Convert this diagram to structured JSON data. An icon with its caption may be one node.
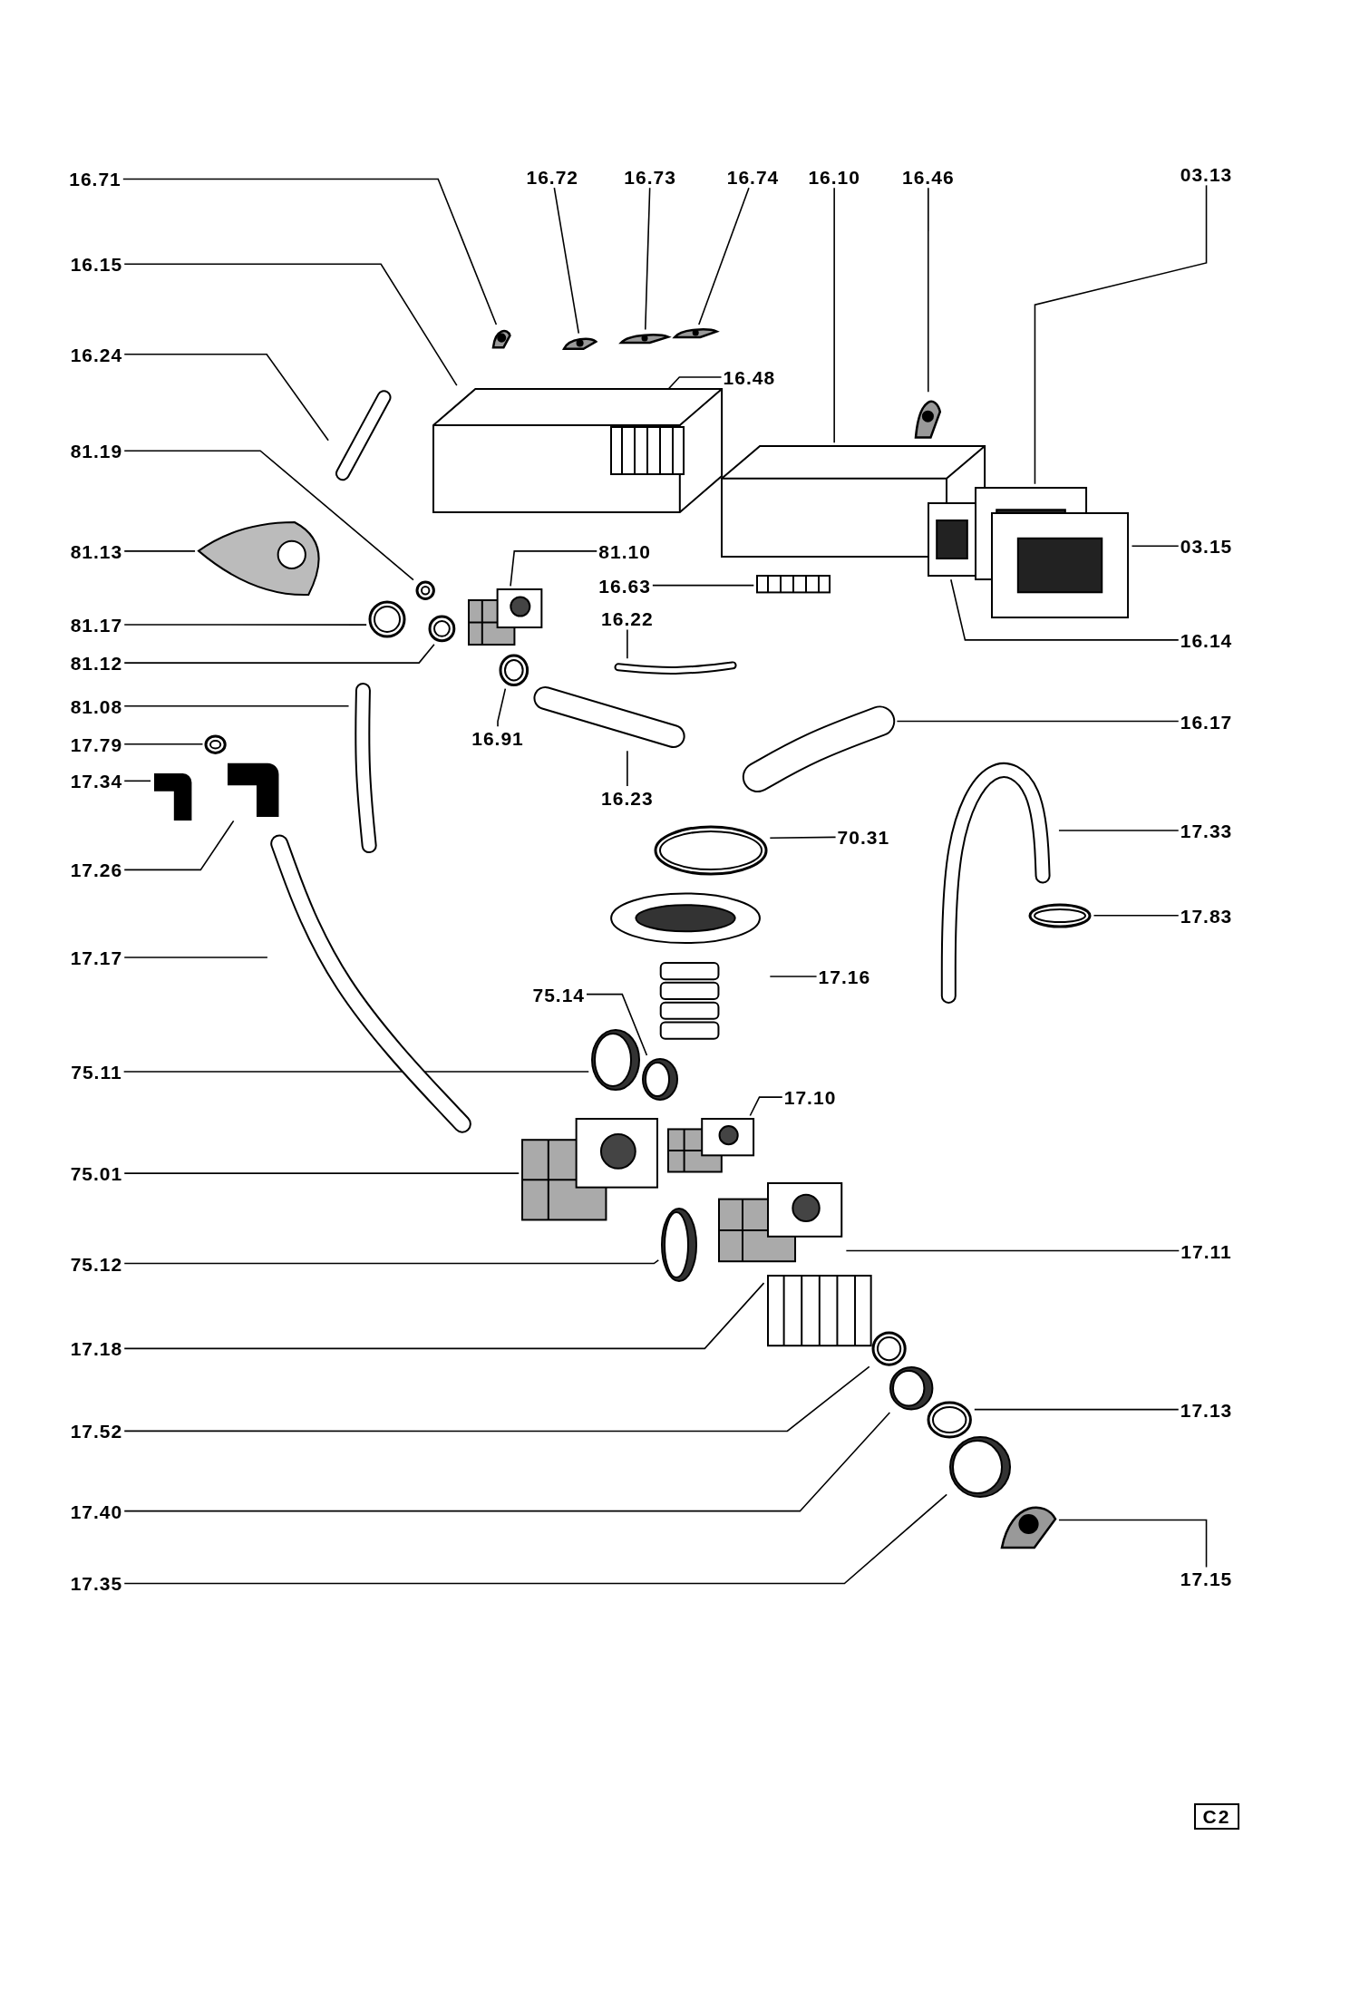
{
  "diagram": {
    "nodes": [
      {
        "text": [
          "16.71"
        ]
      },
      {
        "text": [],
        "shape": "picture"
      },
      {
        "text": [
          "16.72"
        ]
      },
      {
        "text": [],
        "shape": "picture"
      },
      {
        "text": [
          "16.73"
        ]
      },
      {
        "text": [],
        "shape": "picture"
      },
      {
        "text": [
          "16.74"
        ]
      },
      {
        "text": [],
        "shape": "picture"
      },
      {
        "text": [
          "16.10"
        ]
      },
      {
        "text": [],
        "shape": "picture"
      },
      {
        "text": [
          "16.46"
        ]
      },
      {
        "text": [],
        "shape": "picture"
      },
      {
        "text": [
          "03.13"
        ]
      },
      {
        "text": [],
        "shape": "picture"
      },
      {
        "text": [
          "16.15"
        ]
      },
      {
        "text": [],
        "shape": "picture"
      },
      {
        "text": [
          "16.48"
        ]
      },
      {
        "text": [],
        "shape": "picture",
        "in": 15
      },
      {
        "text": [
          "16.24"
        ]
      },
      {
        "text": [],
        "shape": "picture"
      },
      {
        "text": [
          "81.19"
        ]
      },
      {
        "text": [],
        "shape": "picture"
      },
      {
        "text": [
          "81.13"
        ]
      },
      {
        "text": [],
        "shape": "picture"
      },
      {
        "text": [
          "81.10"
        ]
      },
      {
        "text": [],
        "shape": "picture"
      },
      {
        "text": [
          "03.15"
        ]
      },
      {
        "text": [],
        "shape": "picture"
      },
      {
        "text": [
          "16.63"
        ]
      },
      {
        "text": [],
        "shape": "picture"
      },
      {
        "text": [
          "16.22"
        ]
      },
      {
        "text": [],
        "shape": "picture"
      },
      {
        "text": [
          "16.14"
        ]
      },
      {
        "text": [],
        "shape": "picture"
      },
      {
        "text": [
          "81.17"
        ]
      },
      {
        "text": [],
        "shape": "picture"
      },
      {
        "text": [
          "81.12"
        ]
      },
      {
        "text": [],
        "shape": "picture"
      },
      {
        "text": [
          "16.17"
        ]
      },
      {
        "text": [],
        "shape": "picture"
      },
      {
        "text": [
          "81.08"
        ]
      },
      {
        "text": [],
        "shape": "picture"
      },
      {
        "text": [
          "16.91"
        ]
      },
      {
        "text": [],
        "shape": "picture"
      },
      {
        "text": [
          "17.79"
        ]
      },
      {
        "text": [],
        "shape": "picture"
      },
      {
        "text": [
          "16.23"
        ]
      },
      {
        "text": [],
        "shape": "picture"
      },
      {
        "text": [
          "17.34"
        ]
      },
      {
        "text": [],
        "shape": "picture"
      },
      {
        "text": [
          "17.26"
        ]
      },
      {
        "text": [],
        "shape": "picture"
      },
      {
        "text": [
          "17.33"
        ]
      },
      {
        "text": [],
        "shape": "picture"
      },
      {
        "text": [
          "70.31"
        ]
      },
      {
        "text": [],
        "shape": "picture"
      },
      {
        "text": [
          "17.83"
        ]
      },
      {
        "text": [],
        "shape": "picture"
      },
      {
        "text": [
          "17.17"
        ]
      },
      {
        "text": [],
        "shape": "picture"
      },
      {
        "text": [
          "17.16"
        ]
      },
      {
        "text": [],
        "shape": "picture"
      },
      {
        "text": [
          "75.14"
        ]
      },
      {
        "text": [],
        "shape": "picture"
      },
      {
        "text": [
          "75.11"
        ]
      },
      {
        "text": [],
        "shape": "picture"
      },
      {
        "text": [
          "17.10"
        ]
      },
      {
        "text": [],
        "shape": "picture"
      },
      {
        "text": [
          "75.01"
        ]
      },
      {
        "text": [],
        "shape": "picture"
      },
      {
        "text": [
          "17.11"
        ]
      },
      {
        "text": [],
        "shape": "picture"
      },
      {
        "text": [
          "75.12"
        ]
      },
      {
        "text": [],
        "shape": "picture"
      },
      {
        "text": [
          "17.18"
        ]
      },
      {
        "text": [],
        "shape": "picture"
      },
      {
        "text": [
          "17.52"
        ]
      },
      {
        "text": [],
        "shape": "picture"
      },
      {
        "text": [
          "17.13"
        ]
      },
      {
        "text": [],
        "shape": "picture"
      },
      {
        "text": [
          "17.40"
        ]
      },
      {
        "text": [],
        "shape": "picture"
      },
      {
        "text": [
          "17.35"
        ]
      },
      {
        "text": [],
        "shape": "picture"
      },
      {
        "text": [
          "17.15"
        ]
      },
      {
        "text": [],
        "shape": "picture"
      }
    ],
    "edges": [
      {
        "from": 0,
        "to": 1,
        "arrow": "none"
      },
      {
        "from": 2,
        "to": 3,
        "arrow": "none"
      },
      {
        "from": 4,
        "to": 5,
        "arrow": "none"
      },
      {
        "from": 6,
        "to": 7,
        "arrow": "none"
      },
      {
        "from": 8,
        "to": 9,
        "arrow": "none"
      },
      {
        "from": 10,
        "to": 11,
        "arrow": "none"
      },
      {
        "from": 12,
        "to": 13,
        "arrow": "none"
      },
      {
        "from": 14,
        "to": 15,
        "arrow": "none"
      },
      {
        "from": 16,
        "to": 17,
        "arrow": "none"
      },
      {
        "from": 18,
        "to": 19,
        "arrow": "none"
      },
      {
        "from": 20,
        "to": 21,
        "arrow": "none"
      },
      {
        "from": 22,
        "to": 23,
        "arrow": "none"
      },
      {
        "from": 24,
        "to": 25,
        "arrow": "none"
      },
      {
        "from": 26,
        "to": 27,
        "arrow": "none"
      },
      {
        "from": 28,
        "to": 29,
        "arrow": "none"
      },
      {
        "from": 30,
        "to": 31,
        "arrow": "none"
      },
      {
        "from": 32,
        "to": 33,
        "arrow": "none"
      },
      {
        "from": 34,
        "to": 35,
        "arrow": "none"
      },
      {
        "from": 36,
        "to": 37,
        "arrow": "none"
      },
      {
        "from": 38,
        "to": 39,
        "arrow": "none"
      },
      {
        "from": 40,
        "to": 41,
        "arrow": "none"
      },
      {
        "from": 42,
        "to": 43,
        "arrow": "none"
      },
      {
        "from": 44,
        "to": 45,
        "arrow": "none"
      },
      {
        "from": 46,
        "to": 47,
        "arrow": "none"
      },
      {
        "from": 48,
        "to": 49,
        "arrow": "none"
      },
      {
        "from": 50,
        "to": 51,
        "arrow": "none"
      },
      {
        "from": 52,
        "to": 53,
        "arrow": "none"
      },
      {
        "from": 54,
        "to": 55,
        "arrow": "none"
      },
      {
        "from": 56,
        "to": 57,
        "arrow": "none"
      },
      {
        "from": 58,
        "to": 59,
        "arrow": "none"
      },
      {
        "from": 60,
        "to": 61,
        "arrow": "none"
      },
      {
        "from": 62,
        "to": 63,
        "arrow": "none"
      },
      {
        "from": 64,
        "to": 65,
        "arrow": "none"
      },
      {
        "from": 66,
        "to": 67,
        "arrow": "none"
      },
      {
        "from": 68,
        "to": 69,
        "arrow": "none"
      },
      {
        "from": 70,
        "to": 71,
        "arrow": "none"
      },
      {
        "from": 72,
        "to": 73,
        "arrow": "none"
      },
      {
        "from": 74,
        "to": 75,
        "arrow": "none"
      },
      {
        "from": 76,
        "to": 77,
        "arrow": "none"
      },
      {
        "from": 78,
        "to": 79,
        "arrow": "none"
      },
      {
        "from": 80,
        "to": 81,
        "arrow": "none"
      },
      {
        "from": 82,
        "to": 83,
        "arrow": "none"
      },
      {
        "from": 84,
        "to": 85,
        "arrow": "none"
      }
    ],
    "labels": [
      "C2"
    ]
  }
}
